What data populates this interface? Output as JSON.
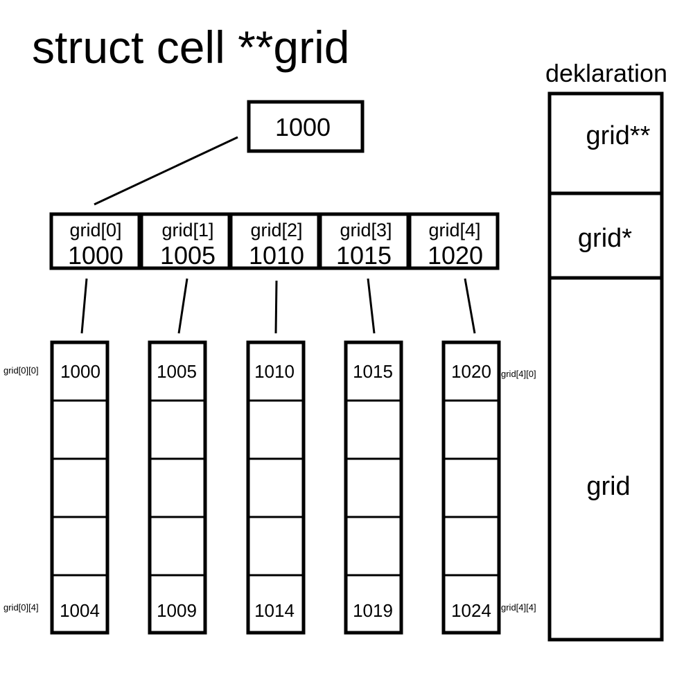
{
  "title": "struct cell **grid",
  "pointer_box": {
    "value": "1000"
  },
  "row_pointers": [
    {
      "label": "grid[0]",
      "value": "1000"
    },
    {
      "label": "grid[1]",
      "value": "1005"
    },
    {
      "label": "grid[2]",
      "value": "1010"
    },
    {
      "label": "grid[3]",
      "value": "1015"
    },
    {
      "label": "grid[4]",
      "value": "1020"
    }
  ],
  "columns": [
    {
      "first": "1000",
      "last": "1004"
    },
    {
      "first": "1005",
      "last": "1009"
    },
    {
      "first": "1010",
      "last": "1014"
    },
    {
      "first": "1015",
      "last": "1019"
    },
    {
      "first": "1020",
      "last": "1024"
    }
  ],
  "side_labels": {
    "left_top": "grid[0][0]",
    "left_bottom": "grid[0][4]",
    "right_top": "grid[4][0]",
    "right_bottom": "grid[4][4]"
  },
  "declaration": {
    "heading": "deklaration",
    "sections": [
      "grid**",
      "grid*",
      "grid"
    ]
  }
}
